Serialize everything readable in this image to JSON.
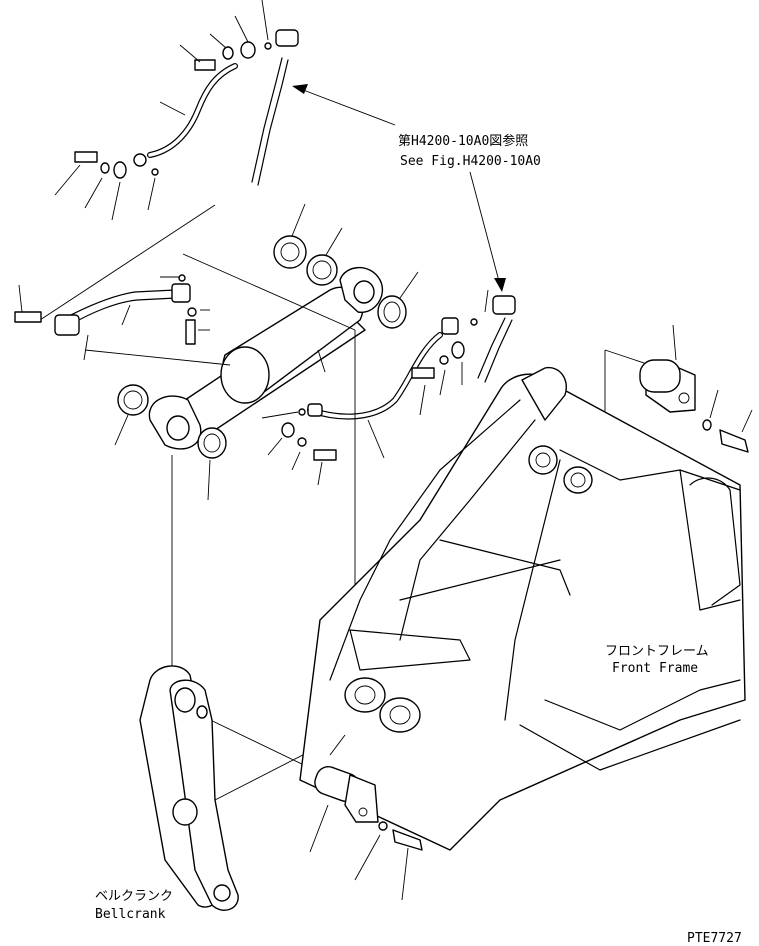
{
  "reference_note": {
    "line1": "第H4200-10A0図参照",
    "line2": "See Fig.H4200-10A0"
  },
  "front_frame_label": {
    "jp": "フロントフレーム",
    "en": "Front Frame"
  },
  "bellcrank_label": {
    "jp": "ベルクランク",
    "en": "Bellcrank"
  },
  "drawing_code": "PTE7727"
}
